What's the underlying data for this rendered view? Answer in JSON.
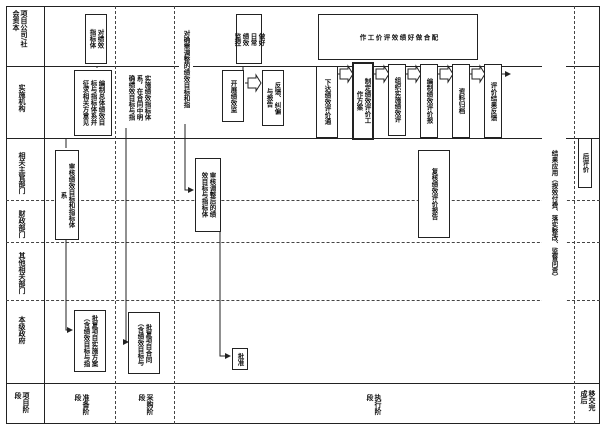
{
  "rows": {
    "project_company": "项目公司/社\n会资本",
    "implementing_agency": "实施机构",
    "competent_dept": "相关主管部门",
    "finance_dept": "财政部门",
    "other_dept": "其他相关部门",
    "local_gov": "本级政府",
    "project_stage": "项目阶\n段"
  },
  "stages": {
    "prep": "准备阶\n段",
    "procurement": "采购阶\n段",
    "execution": "执行阶\n段",
    "handover": "移交完\n成后"
  },
  "nodes": {
    "n1": "对绩效\n指标体",
    "n2": "编制总体绩效目\n标与指标体系并\n征求相关方意见",
    "n3": "审核绩效目标和指标体\n系",
    "n4": "批复项目实施方案\n（含绩效目标与指",
    "n5": "实施绩效指标体\n系，在合同中明\n确绩效目标与指",
    "n6": "批复项目合同\n（含绩效目标与",
    "n7": "对确需调整的绩效目标和指",
    "n8": "审核调整后的绩\n效目标与指标体",
    "n9": "批准",
    "n10": "做好\n日常\n绩效\n监控",
    "n11": "开展绩效监",
    "n12": "反馈、纠偏\n与报告",
    "n13": "配\n合\n做\n好\n绩\n效\n评\n价\n工\n作",
    "n14": "下达绩效评价通",
    "n15": "制定绩效评价工\n作方案",
    "n16": "组织实施绩效评",
    "n17": "编制绩效评价报",
    "n18": "资料归档",
    "n19": "评价结果反馈",
    "n20": "复核绩效评价报告",
    "n21": "结果应用（按效付费、落实整改、监督问责）",
    "n22": "后评价"
  }
}
